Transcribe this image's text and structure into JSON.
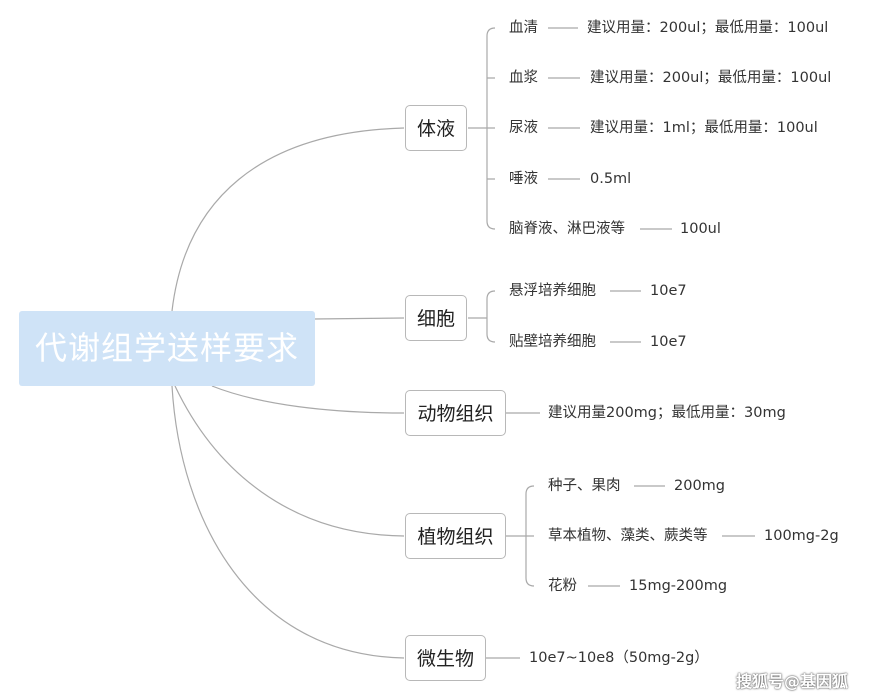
{
  "root": {
    "label": "代谢组学送样要求"
  },
  "colors": {
    "root_fill": "#cfe3f7",
    "line": "#a9a9a9",
    "node_border": "#b8b8b8"
  },
  "branches": [
    {
      "label": "体液",
      "items": [
        {
          "name": "血清",
          "value": "建议用量：200ul；最低用量：100ul"
        },
        {
          "name": "血浆",
          "value": "建议用量：200ul；最低用量：100ul"
        },
        {
          "name": "尿液",
          "value": "建议用量：1ml；最低用量：100ul"
        },
        {
          "name": "唾液",
          "value": "0.5ml"
        },
        {
          "name": "脑脊液、淋巴液等",
          "value": "100ul"
        }
      ]
    },
    {
      "label": "细胞",
      "items": [
        {
          "name": "悬浮培养细胞",
          "value": "10e7"
        },
        {
          "name": "贴壁培养细胞",
          "value": "10e7"
        }
      ]
    },
    {
      "label": "动物组织",
      "items": [
        {
          "name": "建议用量200mg；最低用量：30mg"
        }
      ]
    },
    {
      "label": "植物组织",
      "items": [
        {
          "name": "种子、果肉",
          "value": "200mg"
        },
        {
          "name": "草本植物、藻类、蕨类等",
          "value": "100mg-2g"
        },
        {
          "name": "花粉",
          "value": "15mg-200mg"
        }
      ]
    },
    {
      "label": "微生物",
      "items": [
        {
          "name": "10e7~10e8（50mg-2g）"
        }
      ]
    }
  ],
  "watermark": {
    "text": "搜狐号@基因狐"
  }
}
